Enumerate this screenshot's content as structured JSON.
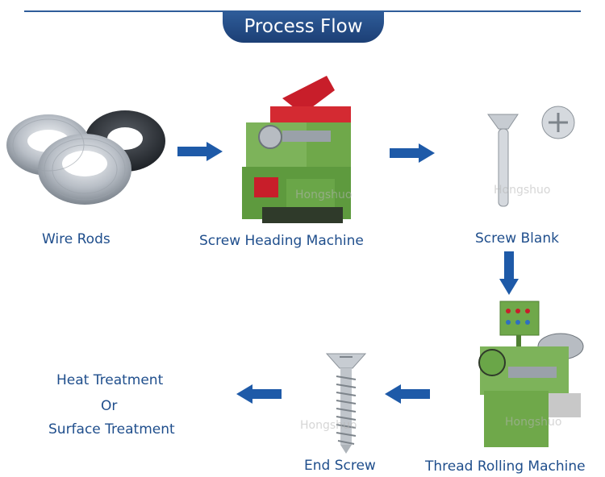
{
  "header": {
    "title": "Process Flow"
  },
  "steps": {
    "wire_rods": "Wire Rods",
    "heading_machine": "Screw Heading Machine",
    "screw_blank": "Screw Blank",
    "thread_rolling": "Thread Rolling Machine",
    "end_screw": "End Screw",
    "final": {
      "line1": "Heat Treatment",
      "line2": "Or",
      "line3": "Surface Treatment"
    }
  },
  "watermark": "Hongshuo",
  "colors": {
    "brand_blue": "#1f4e8c",
    "arrow_blue": "#1e5aa8",
    "machine_green": "#6fa84a",
    "machine_red": "#c81e2a"
  },
  "icons": [
    "wire-coil-icon",
    "heading-machine-icon",
    "screw-blank-icon",
    "thread-rolling-machine-icon",
    "end-screw-icon",
    "flow-arrow-icon"
  ]
}
